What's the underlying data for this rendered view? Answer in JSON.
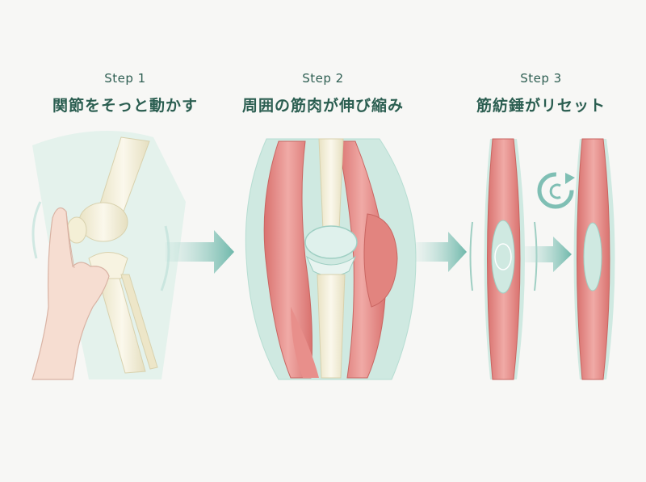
{
  "steps": [
    {
      "label": "Step 1",
      "title": "関節をそっと動かす"
    },
    {
      "label": "Step 2",
      "title": "周囲の筋肉が伸び縮み"
    },
    {
      "label": "Step 3",
      "title": "筋紡錘がリセット"
    }
  ],
  "colors": {
    "title": "#2b5e51",
    "arrow": "#7fbfb4",
    "muscle": "#e79a97",
    "bone": "#f3efd9",
    "sheath": "#cfe9e1"
  },
  "icons": [
    "hand-icon",
    "knee-bone-icon",
    "muscle-icon",
    "arrow-right-icon",
    "reset-cycle-icon",
    "muscle-spindle-icon"
  ]
}
